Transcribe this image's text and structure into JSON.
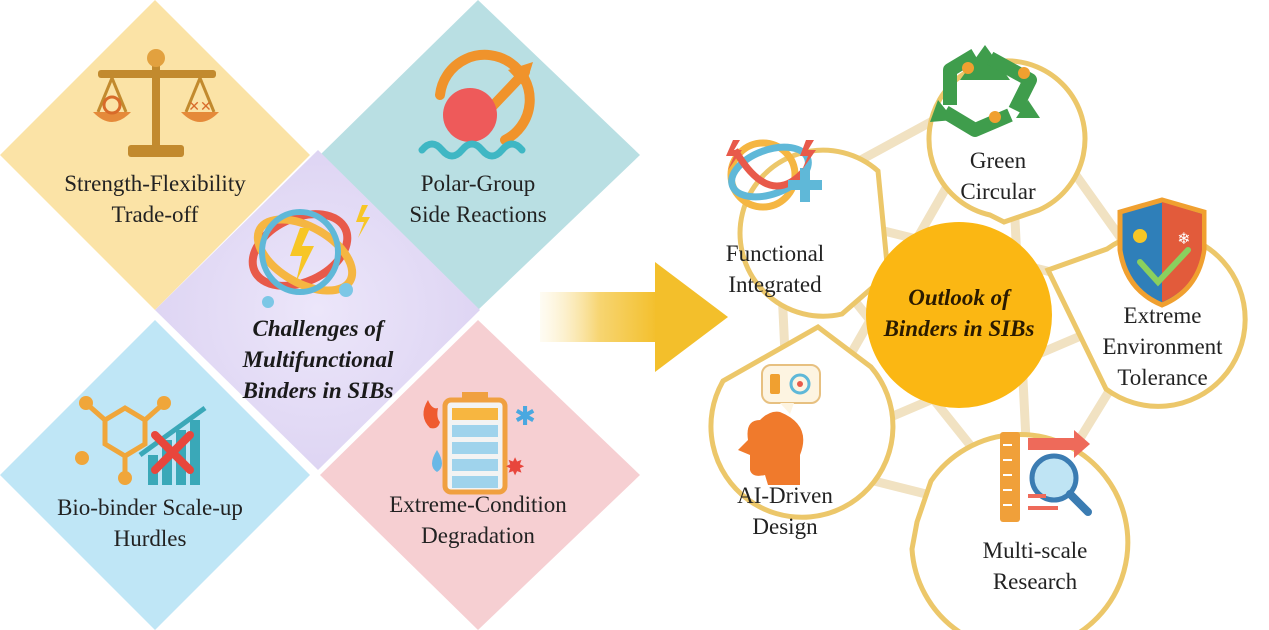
{
  "left_panel": {
    "title_lines": [
      "Challenges of",
      "Multifunctional",
      "Binders in SIBs"
    ],
    "tiles": [
      {
        "key": "strength",
        "lines": [
          "Strength-Flexibility",
          "Trade-off"
        ],
        "icon": "balance-scale-icon"
      },
      {
        "key": "polar",
        "lines": [
          "Polar-Group",
          "Side Reactions"
        ],
        "icon": "reaction-arrow-icon"
      },
      {
        "key": "biobinder",
        "lines": [
          "Bio-binder Scale-up",
          "Hurdles"
        ],
        "icon": "molecule-chart-icon"
      },
      {
        "key": "extreme",
        "lines": [
          "Extreme-Condition",
          "Degradation"
        ],
        "icon": "battery-fire-ice-icon"
      }
    ],
    "colors": {
      "yellow": "#fbe3a6",
      "teal": "#b9dfe3",
      "blue": "#bfe6f6",
      "pink": "#f6cfd2",
      "lavender": "#e4dcf5"
    }
  },
  "right_panel": {
    "center_lines": [
      "Outlook of",
      "Binders in SIBs"
    ],
    "center_color": "#fbb713",
    "bubbles": [
      {
        "key": "functional",
        "lines": [
          "Functional",
          "Integrated"
        ],
        "icon": "interlocked-rings-icon"
      },
      {
        "key": "green",
        "lines": [
          "Green",
          "Circular"
        ],
        "icon": "recycle-icon"
      },
      {
        "key": "extreme_env",
        "lines": [
          "Extreme",
          "Environment",
          "Tolerance"
        ],
        "icon": "shield-weather-icon"
      },
      {
        "key": "ai",
        "lines": [
          "AI-Driven",
          "Design"
        ],
        "icon": "ai-head-icon"
      },
      {
        "key": "multiscale",
        "lines": [
          "Multi-scale",
          "Research"
        ],
        "icon": "magnifier-ruler-icon"
      }
    ],
    "outline_color": "#ecc76a"
  },
  "arrow_color": "#f5c433"
}
